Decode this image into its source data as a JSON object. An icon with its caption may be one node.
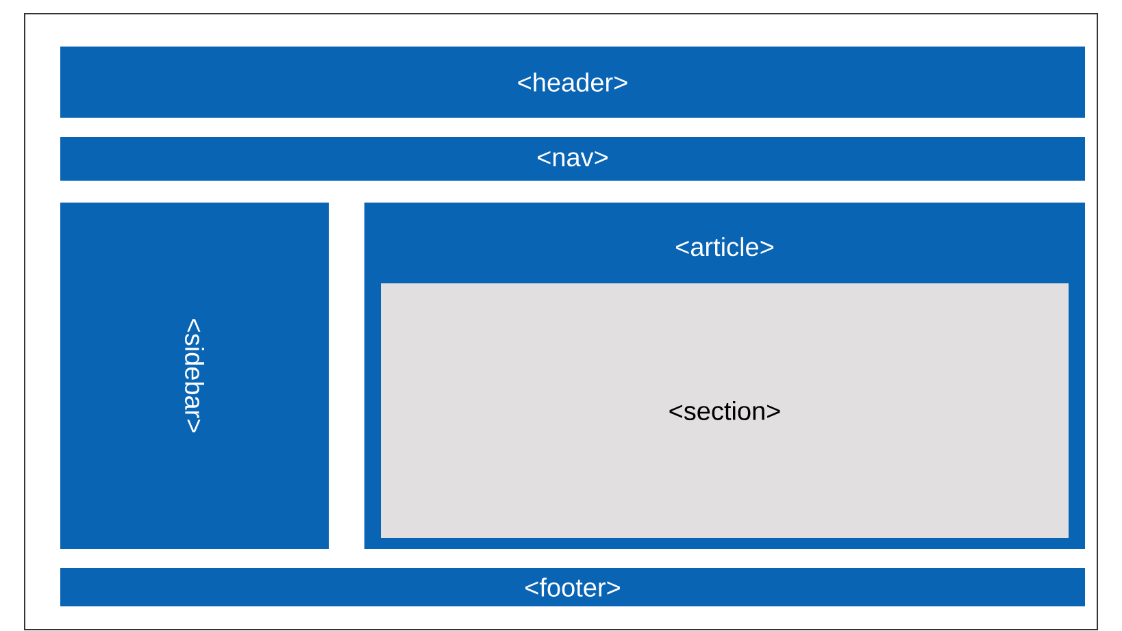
{
  "diagram": {
    "nodes": [
      {
        "text": [
          "<header>"
        ]
      },
      {
        "text": [
          "<nav>"
        ]
      },
      {
        "text": [
          "<sidebar>"
        ]
      },
      {
        "text": [
          "<article>"
        ]
      },
      {
        "text": [
          "<section>"
        ],
        "in": 3
      },
      {
        "text": [
          "<footer>"
        ]
      }
    ],
    "edges": []
  }
}
